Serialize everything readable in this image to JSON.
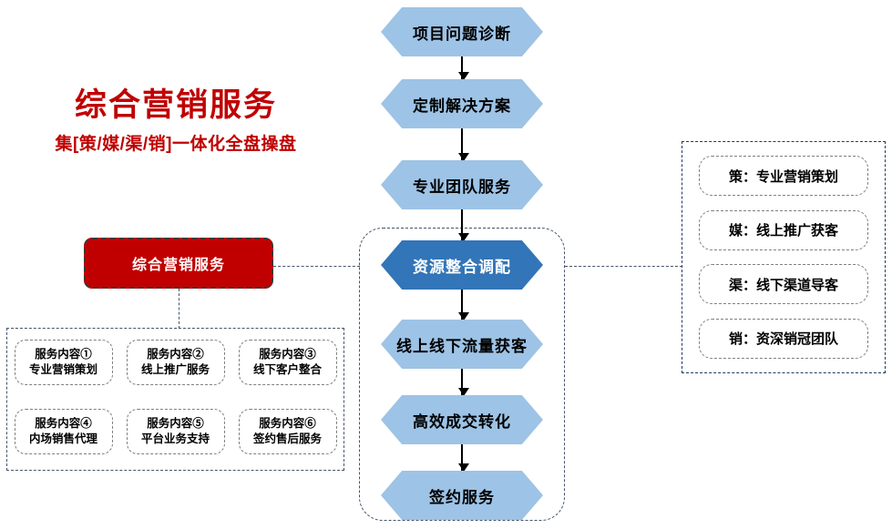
{
  "title": {
    "main": "综合营销服务",
    "sub": "集[策/媒/渠/销]一体化全盘操盘",
    "color": "#C00000"
  },
  "red_box": {
    "label": "综合营销服务",
    "fill": "#C00000",
    "text_color": "#FFFFFF"
  },
  "flow": {
    "accent_light": "#9DC3E6",
    "accent_dark": "#3275B8",
    "steps": [
      {
        "label": "项目问题诊断",
        "highlight": false
      },
      {
        "label": "定制解决方案",
        "highlight": false
      },
      {
        "label": "专业团队服务",
        "highlight": false
      },
      {
        "label": "资源整合调配",
        "highlight": true
      },
      {
        "label": "线上线下流量获客",
        "highlight": false
      },
      {
        "label": "高效成交转化",
        "highlight": false
      },
      {
        "label": "签约服务",
        "highlight": false
      }
    ]
  },
  "services": {
    "row1": [
      {
        "line1": "服务内容①",
        "line2": "专业营销策划"
      },
      {
        "line1": "服务内容②",
        "line2": "线上推广服务"
      },
      {
        "line1": "服务内容③",
        "line2": "线下客户整合"
      }
    ],
    "row2": [
      {
        "line1": "服务内容④",
        "line2": "内场销售代理"
      },
      {
        "line1": "服务内容⑤",
        "line2": "平台业务支持"
      },
      {
        "line1": "服务内容⑥",
        "line2": "签约售后服务"
      }
    ]
  },
  "pillars": [
    {
      "label": "策：专业营销策划"
    },
    {
      "label": "媒：线上推广获客"
    },
    {
      "label": "渠：线下渠道导客"
    },
    {
      "label": "销：资深销冠团队"
    }
  ]
}
